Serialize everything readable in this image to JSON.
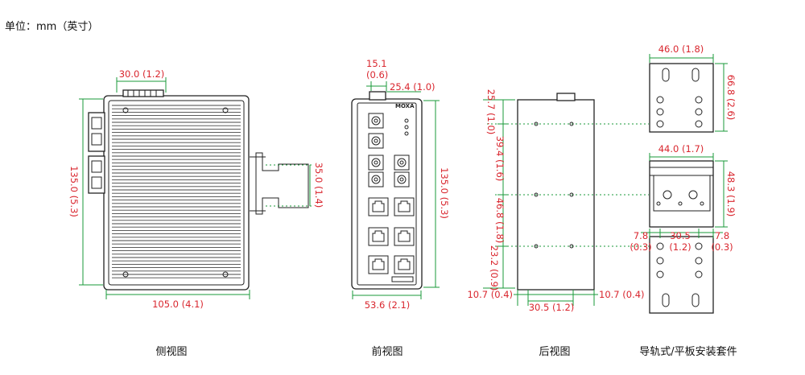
{
  "unit_label": "单位：mm（英寸）",
  "captions": {
    "side": "侧视图",
    "front": "前视图",
    "rear": "后视图",
    "kit": "导轨式/平板安装套件"
  },
  "front_logo": "MOXA",
  "dims": {
    "side_top": "30.0 (1.2)",
    "side_height": "135.0 (5.3)",
    "side_bottom": "105.0 (4.1)",
    "side_rail": "35.0 (1.4)",
    "front_top_a1": "15.1",
    "front_top_a2": "(0.6)",
    "front_top_b": "25.4 (1.0)",
    "front_height": "135.0 (5.3)",
    "front_bottom": "53.6 (2.1)",
    "rear_v1": "25.7 (1.0)",
    "rear_v2": "39.4 (1.6)",
    "rear_v3": "46.8 (1.8)",
    "rear_v4": "23.2 (0.9)",
    "rear_bl": "10.7 (0.4)",
    "rear_bc": "30.5 (1.2)",
    "rear_br": "10.7 (0.4)",
    "kit_top_w": "46.0 (1.8)",
    "kit_top_h": "66.8 (2.6)",
    "kit_mid_w": "44.0 (1.7)",
    "kit_mid_h": "48.3 (1.9)",
    "kit_l1": "7.8",
    "kit_l2": "(0.3)",
    "kit_c1": "30.5",
    "kit_c2": "(1.2)",
    "kit_r1": "7.8",
    "kit_r2": "(0.3)"
  }
}
